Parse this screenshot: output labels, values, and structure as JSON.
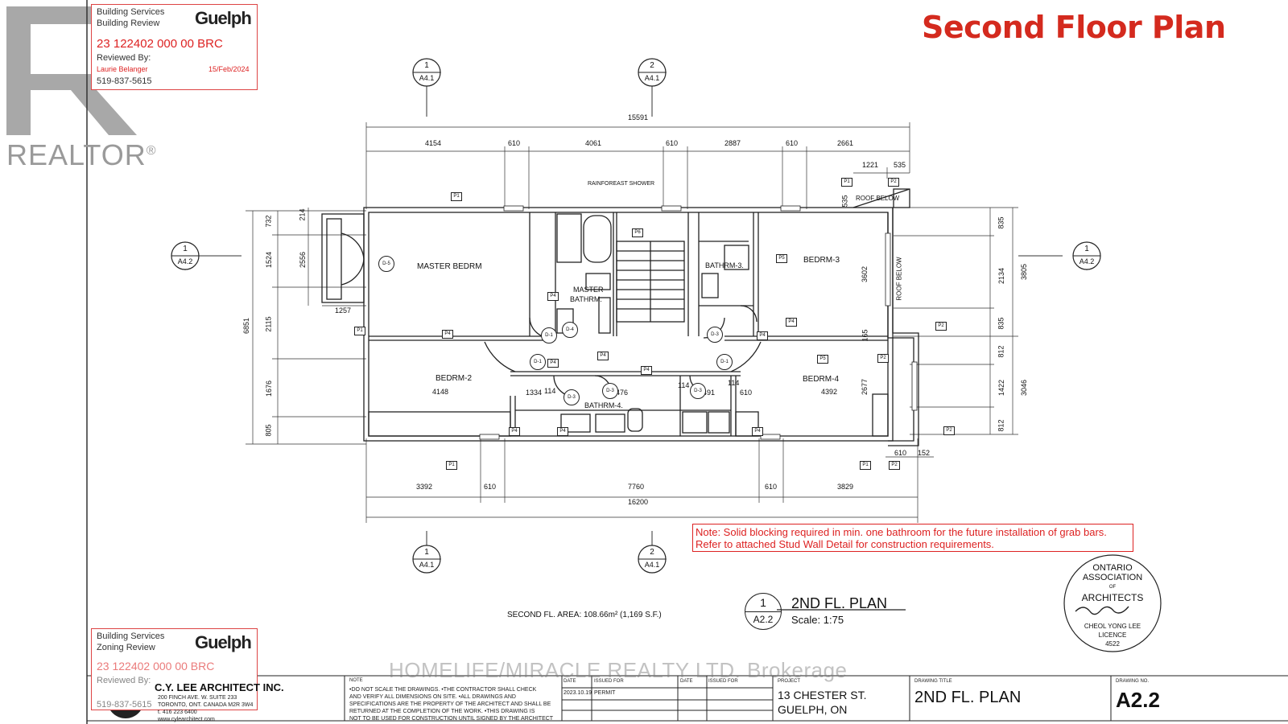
{
  "page_title": "Second Floor Plan",
  "realtor": {
    "word": "REALTOR",
    "mark": "®"
  },
  "stamp_top": {
    "line1": "Building Services",
    "line2": "Building Review",
    "brand": "Guelph",
    "number": "23 122402 000 00 BRC",
    "reviewed_by": "Reviewed By:",
    "reviewer": "Laurie Belanger",
    "date": "15/Feb/2024",
    "phone": "519-837-5615"
  },
  "stamp_bottom": {
    "line1": "Building Services",
    "line2": "Zoning Review",
    "brand": "Guelph",
    "number": "23 122402 000 00 BRC",
    "reviewed_by": "Reviewed By:",
    "phone": "519-837-5615"
  },
  "section_markers": [
    {
      "num": "1",
      "ref": "A4.1"
    },
    {
      "num": "2",
      "ref": "A4.1"
    },
    {
      "num": "1",
      "ref": "A4.2"
    },
    {
      "num": "1",
      "ref": "A4.2"
    },
    {
      "num": "1",
      "ref": "A4.1"
    },
    {
      "num": "2",
      "ref": "A4.1"
    }
  ],
  "dims_top": {
    "overall": "15591",
    "segments": [
      "4154",
      "610",
      "4061",
      "610",
      "2887",
      "610",
      "2661"
    ],
    "small": [
      "1221",
      "535",
      "535"
    ]
  },
  "dims_bottom": {
    "overall": "16200",
    "segments": [
      "3392",
      "610",
      "7760",
      "610",
      "3829"
    ]
  },
  "dims_left": {
    "overall": "6851",
    "segments": [
      "732",
      "1524",
      "2115",
      "1676",
      "805"
    ],
    "stair": [
      "214",
      "2556",
      "1257"
    ]
  },
  "dims_right": {
    "segments": [
      "835",
      "2134",
      "835",
      "812",
      "1422",
      "812"
    ],
    "overall": [
      "3805",
      "3046"
    ],
    "inner": [
      "3602",
      "2677",
      "165"
    ],
    "bottom": [
      "610",
      "152"
    ]
  },
  "rooms": {
    "master": "MASTER BEDRM",
    "master_bath_1": "MASTER",
    "master_bath_2": "BATHRM.",
    "bath3": "BATHRM-3.",
    "bed3": "BEDRM-3",
    "bed2": "BEDRM-2",
    "bed2_dim": "4148",
    "bed4": "BEDRM-4",
    "bed4_dim": "4392",
    "bath4": "BATHRM-4.",
    "roof_below_top": "ROOF BELOW",
    "roof_below_side": "ROOF BELOW",
    "shower": "RAINFOREAST SHOWER"
  },
  "interior_dims": [
    "1334",
    "114",
    "3476",
    "114",
    "1491",
    "114",
    "610"
  ],
  "door_tags": [
    "D-5",
    "D-4",
    "D-1",
    "D-1",
    "D-1",
    "D-3",
    "D-3",
    "D-3",
    "D-3"
  ],
  "tags": [
    "P1",
    "P1",
    "P1",
    "P1",
    "P1",
    "P2",
    "P2",
    "P2",
    "P2",
    "P2",
    "P4",
    "P4",
    "P4",
    "P4",
    "P4",
    "P4",
    "P4",
    "P4",
    "P4",
    "P4",
    "P5",
    "P5",
    "P6"
  ],
  "note": {
    "line1": "Note: Solid blocking required in min. one bathroom for the future installation of grab bars.",
    "line2": "Refer to attached Stud Wall Detail for construction requirements."
  },
  "area": {
    "label": "SECOND FL. AREA:",
    "value": "108.66m² (1,169 S.F.)"
  },
  "plan_label": {
    "num": "1",
    "ref": "A2.2",
    "title": "2ND FL. PLAN",
    "scale": "Scale: 1:75"
  },
  "seal": {
    "top": "ONTARIO ASSOCIATION",
    "of": "OF",
    "middle": "ARCHITECTS",
    "name": "CHEOL YONG LEE",
    "licence": "LICENCE",
    "number": "4522"
  },
  "title_block": {
    "firm": "C.Y. LEE ARCHITECT INC.",
    "addr1": "200 FINCH AVE. W. SUITE 233",
    "addr2": "TORONTO, ONT. CANADA M2R 3W4",
    "tel": "t. 416 223 6400",
    "web": "www.cylearchitect.com",
    "note_head": "NOTE",
    "notes": [
      "•DO NOT SCALE THE DRAWINGS.   •THE CONTRACTOR SHALL CHECK",
      "AND VERIFY ALL DIMENSIONS ON SITE.   •ALL DRAWINGS AND",
      "SPECIFICATIONS ARE THE PROPERTY OF THE ARCHITECT AND SHALL BE",
      "RETURNED AT THE COMPLETION OF THE WORK.   •THIS DRAWING IS",
      "NOT TO BE USED FOR CONSTRUCTION UNTIL SIGNED BY THE ARCHITECT"
    ],
    "date_head": "DATE",
    "issued_head": "ISSUED FOR",
    "date_head2": "DATE",
    "issued_head2": "ISSUED FOR",
    "date": "2023.10.19",
    "issued": "PERMIT",
    "project_head": "PROJECT",
    "project1": "13 CHESTER ST.",
    "project2": "GUELPH, ON",
    "title_head": "DRAWING TITLE",
    "title": "2ND FL. PLAN",
    "no_head": "DRAWING NO.",
    "no": "A2.2"
  },
  "watermark": "HOMELIFE/MIRACLE REALTY LTD. Brokerage"
}
